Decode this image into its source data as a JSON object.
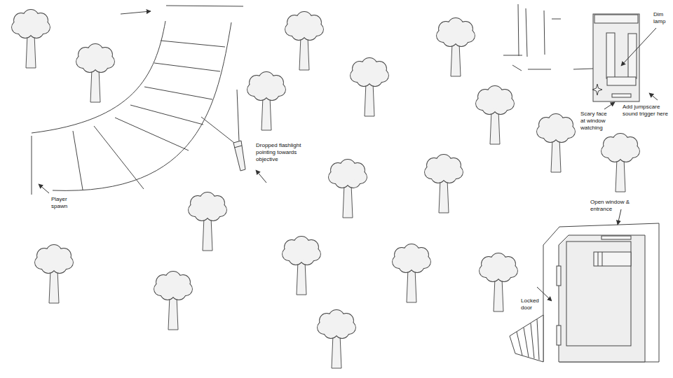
{
  "diagram": {
    "labels": [
      "Player spawn",
      "Dropped flashlight pointing towards objective",
      "Dim lamp",
      "Scary face at window watching",
      "Add jumpscare sound trigger here",
      "Open window & entrance",
      "Locked door"
    ]
  }
}
